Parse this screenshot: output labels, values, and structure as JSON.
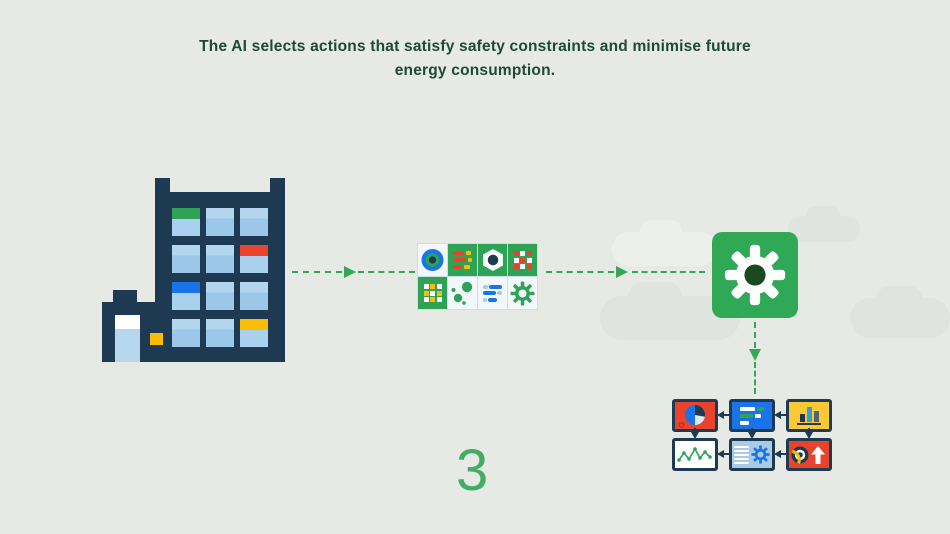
{
  "caption": {
    "line1": "The AI selects actions that satisfy safety constraints and minimise future",
    "line2": "energy consumption.",
    "color": "#1d4a36"
  },
  "step_indicator": {
    "number": "3",
    "color": "#41ae63"
  },
  "palette": {
    "background": "#e6e9e4",
    "navy": "#1d3a52",
    "green": "#2ea355",
    "accent_green": "#34a853",
    "red": "#e8432c",
    "yellow": "#fbbc04",
    "blue": "#1a73e8",
    "window_blue": "#9cc7e8",
    "light_blue": "#a9cbe8"
  },
  "flow": {
    "building": {
      "name": "data-centre-building",
      "window_accents": [
        "green",
        "plain",
        "plain",
        "plain",
        "plain",
        "red",
        "blue",
        "plain",
        "plain",
        "plain",
        "plain",
        "yellow"
      ]
    },
    "arrows": [
      "building-to-actions-right",
      "actions-to-controller-right",
      "controller-to-outputs-down"
    ],
    "action_grid": {
      "tiles": [
        "target-dial",
        "red-yellow-bars",
        "hex-nut",
        "red-dot-matrix",
        "yellow-dot-matrix",
        "scatter-dots",
        "slider-bars",
        "gear"
      ]
    },
    "ai_controller": {
      "icon": "gear-icon"
    },
    "outputs": {
      "tiles": [
        "pie-chart",
        "list-bars",
        "bar-chart",
        "line-chart",
        "document-gear",
        "gauge-up-arrow"
      ]
    }
  }
}
